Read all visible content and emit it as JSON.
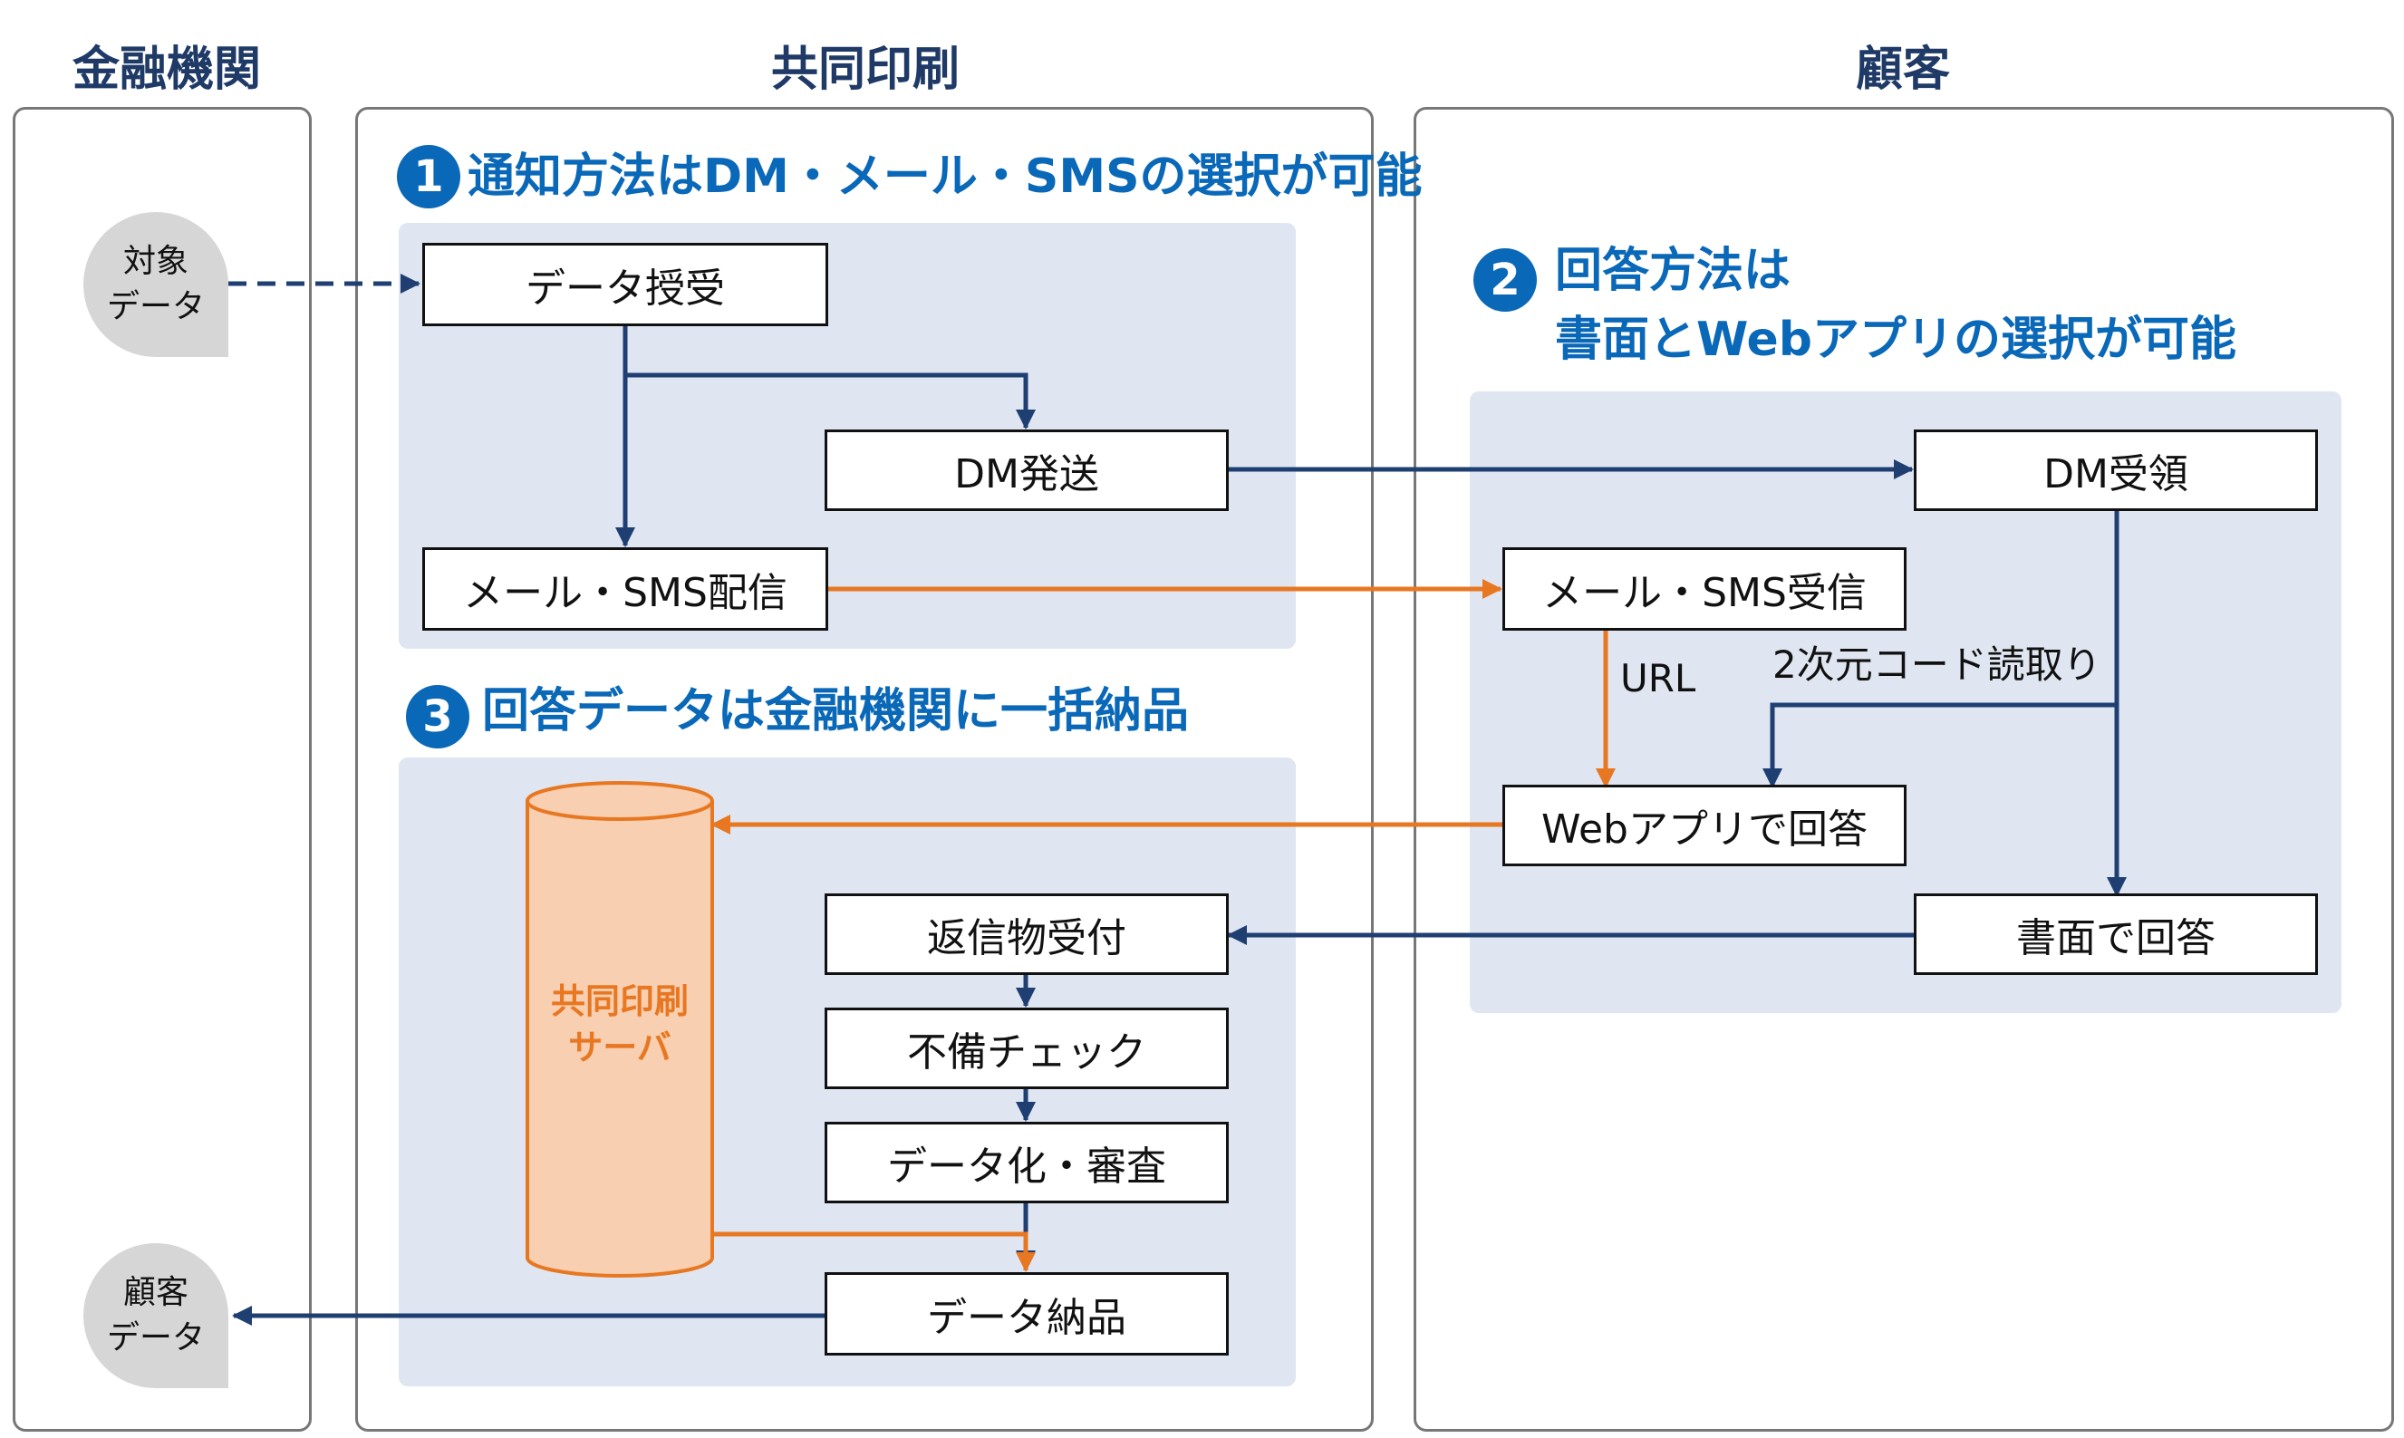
{
  "columns": {
    "finance": "金融機関",
    "printing": "共同印刷",
    "customer": "顧客"
  },
  "sections": {
    "s1": {
      "num": "1",
      "text": "通知方法はDM・メール・SMSの選択が可能"
    },
    "s2": {
      "num": "2",
      "line1": "回答方法は",
      "line2": "書面とWebアプリの選択が可能"
    },
    "s3": {
      "num": "3",
      "text": "回答データは金融機関に一括納品"
    }
  },
  "bubbles": {
    "target_data": "対象\nデータ",
    "customer_data": "顧客\nデータ"
  },
  "boxes": {
    "data_receipt": "データ授受",
    "dm_send": "DM発送",
    "mail_sms_send": "メール・SMS配信",
    "dm_receive": "DM受領",
    "mail_sms_receive": "メール・SMS受信",
    "web_answer": "Webアプリで回答",
    "paper_answer": "書面で回答",
    "reply_receipt": "返信物受付",
    "defect_check": "不備チェック",
    "digitize_review": "データ化・審査",
    "data_delivery": "データ納品"
  },
  "labels": {
    "url": "URL",
    "qr_read": "2次元コード読取り"
  },
  "server": {
    "label": "共同印刷\nサーバ"
  },
  "colors": {
    "navy": "#1f3f73",
    "orange": "#e87722",
    "accent_blue": "#0a68b8",
    "zone_bg": "#dfe6f1",
    "cylinder_fill": "#f8cfb0"
  }
}
